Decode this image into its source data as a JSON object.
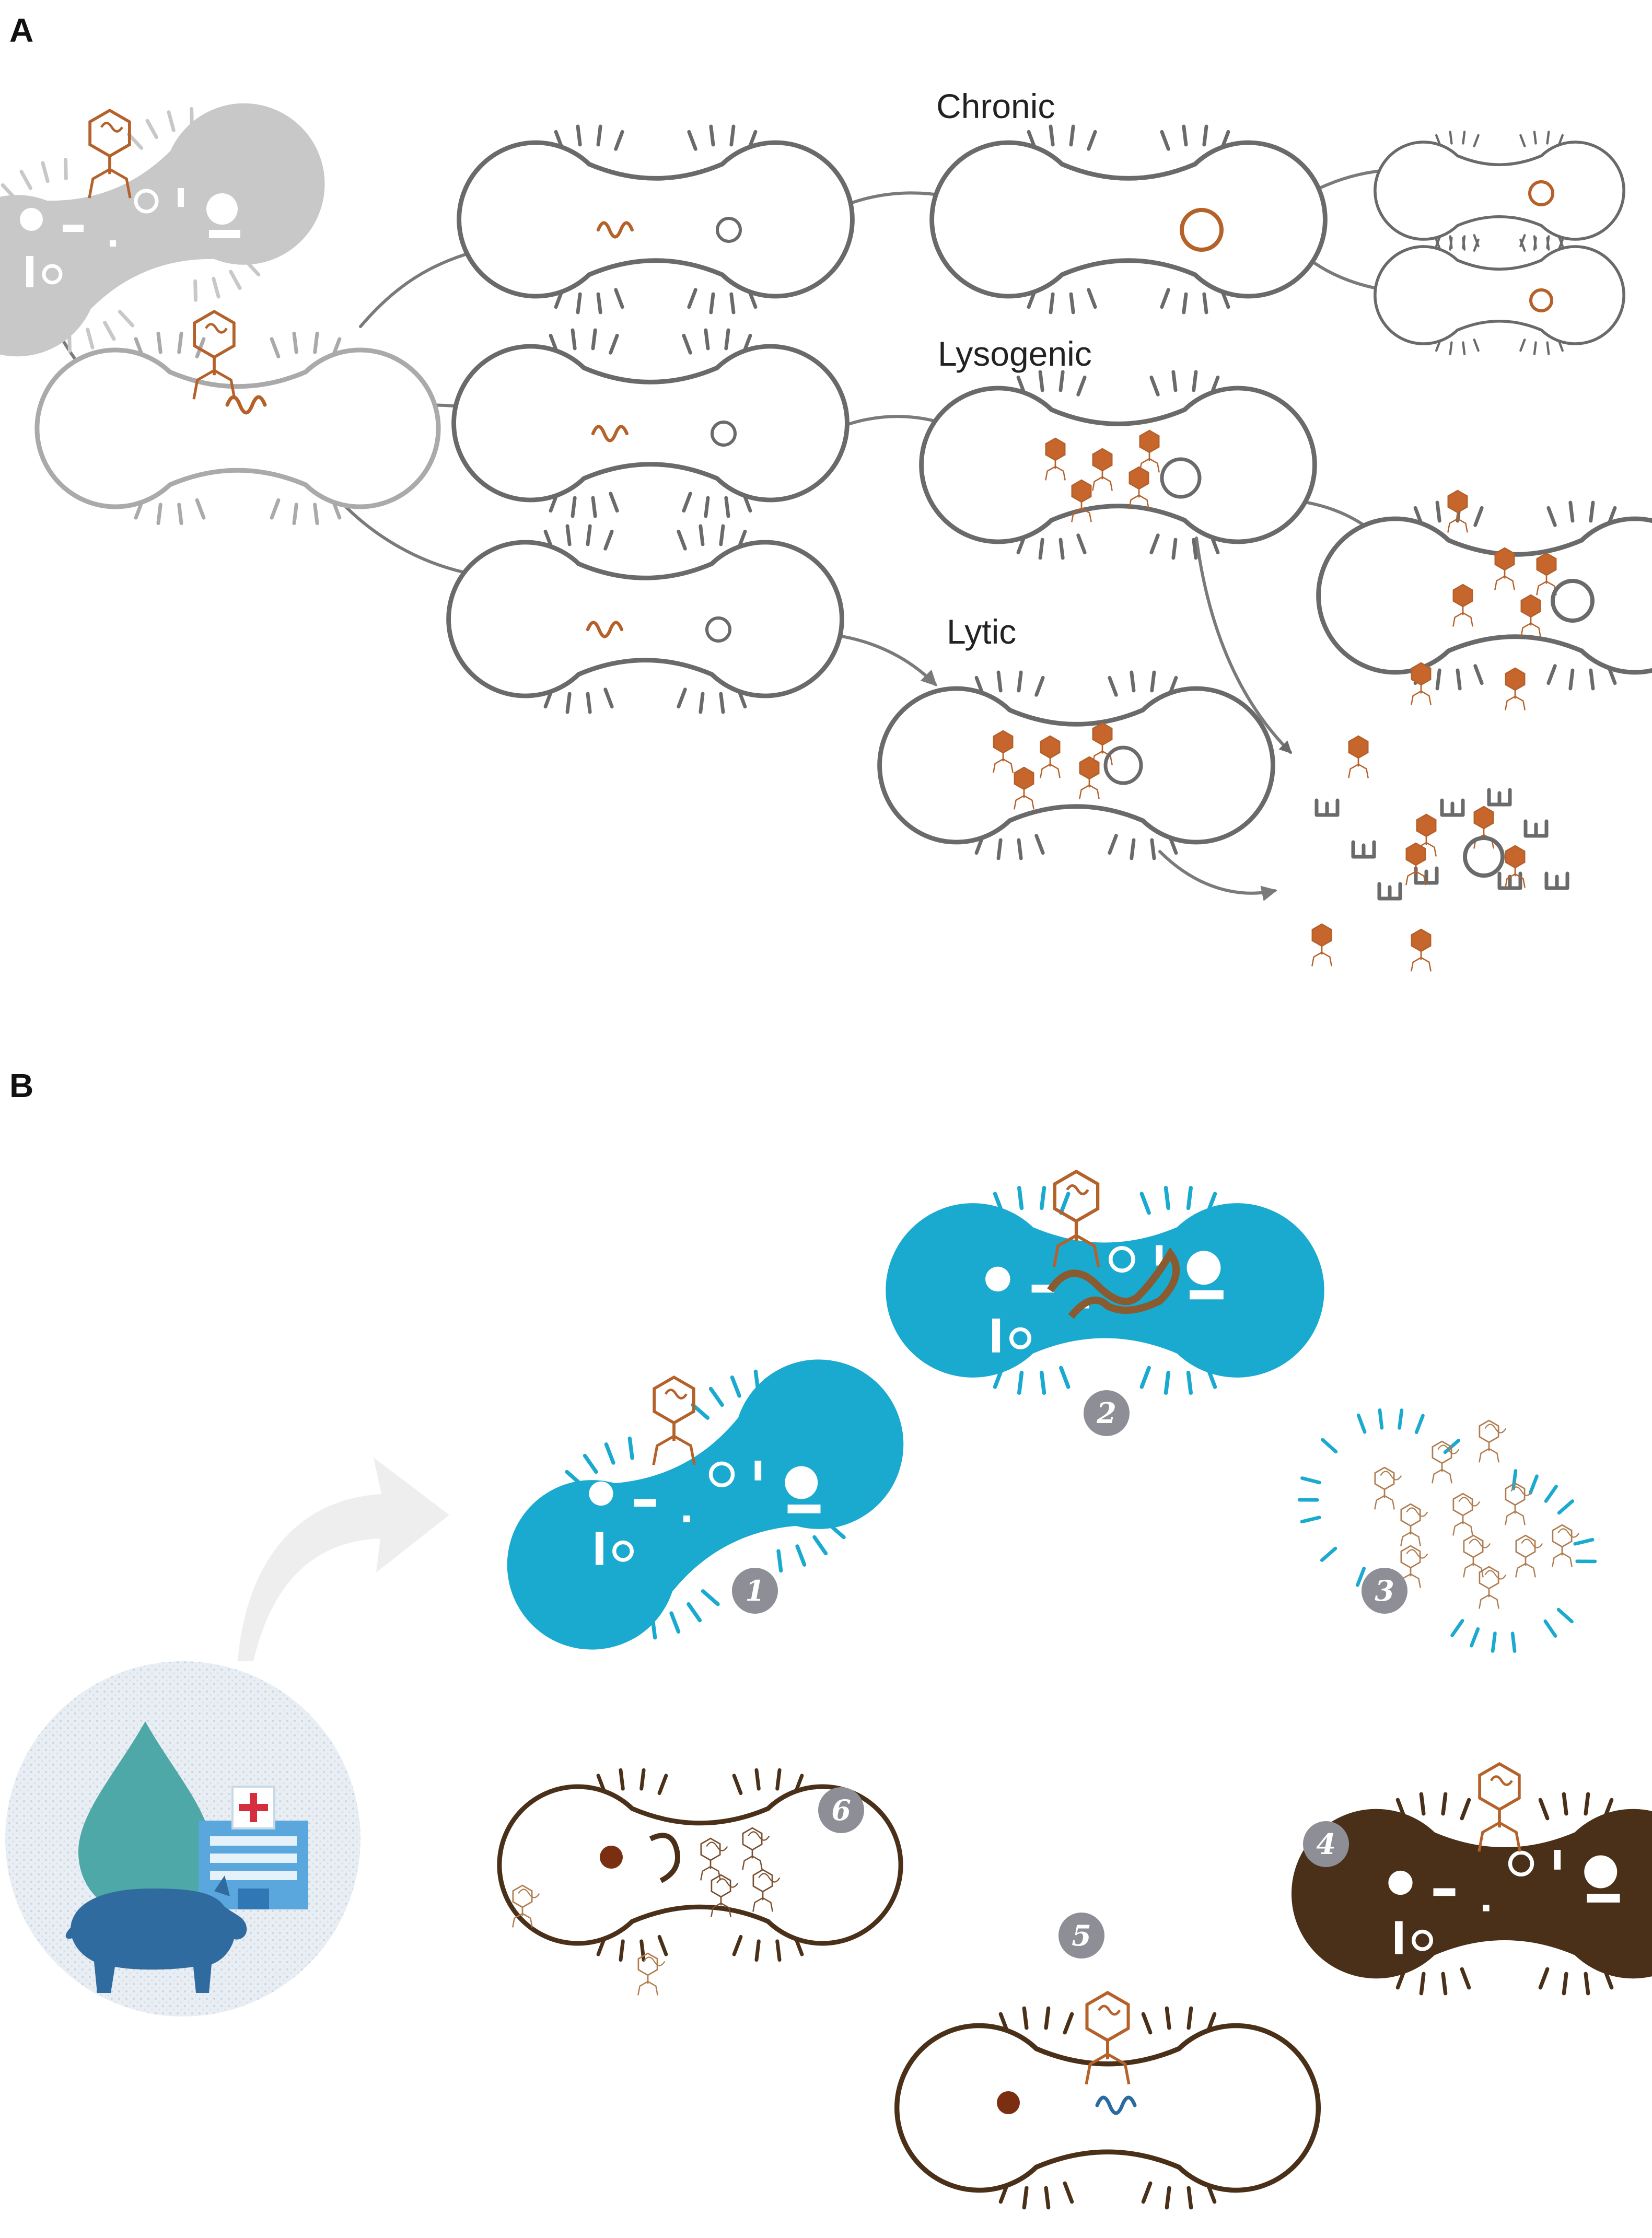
{
  "panels": {
    "a": {
      "label": "A"
    },
    "b": {
      "label": "B"
    }
  },
  "pathways": {
    "chronic": "Chronic",
    "lysogenic": "Lysogenic",
    "lytic": "Lytic"
  },
  "steps": [
    "1",
    "2",
    "3",
    "4",
    "5",
    "6"
  ],
  "colors": {
    "gray_cell": "#c8c8c8",
    "outline_cell": "#6a6a6a",
    "phage": "#b5612a",
    "phage_fill": "#c7662c",
    "cyan_cell": "#1aa9cf",
    "dark_cell": "#4a3018",
    "step_badge": "#8e8e96",
    "background_circle": "#dde7ee",
    "drop": "#4ea8a8",
    "pig": "#2f6b9e",
    "hospital": "#5aa7de"
  },
  "icons": [
    "water-drop-icon",
    "hospital-icon",
    "pig-icon",
    "curved-arrow-icon",
    "bacteriophage-icon"
  ]
}
